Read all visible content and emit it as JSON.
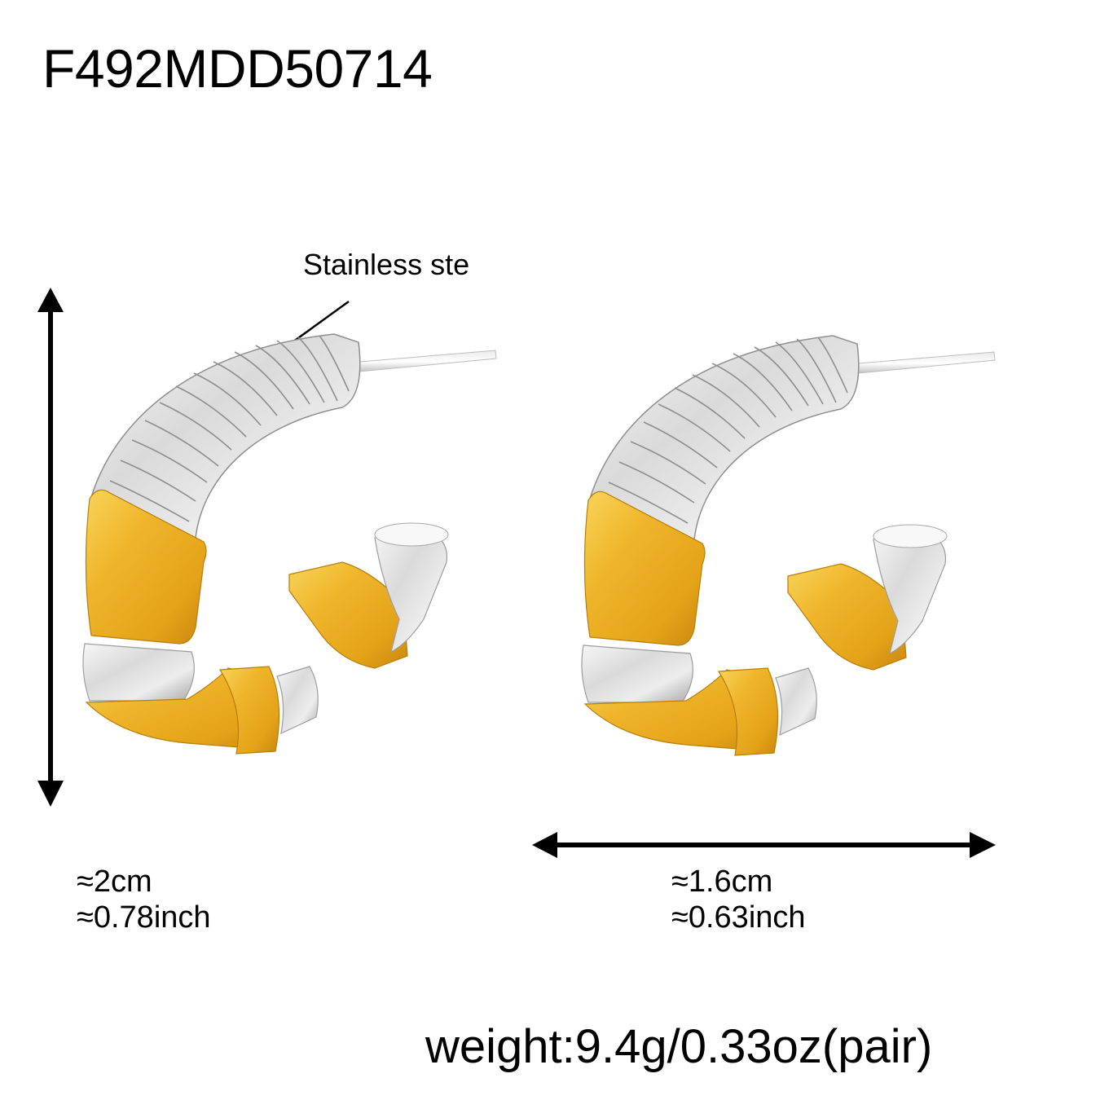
{
  "product": {
    "sku": "F492MDD50714",
    "material_callout": "Stainless ste",
    "weight": "weight:9.4g/0.33oz(pair)"
  },
  "dimensions": {
    "height": {
      "cm": "≈2cm",
      "inch": "≈0.78inch",
      "arrow": "vertical-double-arrow"
    },
    "width": {
      "cm": "≈1.6cm",
      "inch": "≈0.63inch",
      "arrow": "horizontal-double-arrow"
    }
  },
  "images": [
    {
      "name": "left-earring",
      "description": "two-tone C-hoop stud earring, ribbed silver top with gold bands"
    },
    {
      "name": "right-earring",
      "description": "two-tone C-hoop stud earring, ribbed silver top with gold bands"
    }
  ],
  "colors": {
    "gold": "#EBAE1E",
    "gold_light": "#F7CC4A",
    "gold_dark": "#C8870E",
    "silver": "#D9D9D9",
    "silver_light": "#F4F4F4",
    "silver_dark": "#9A9A9A",
    "text": "#000000",
    "background": "#FFFFFF"
  }
}
